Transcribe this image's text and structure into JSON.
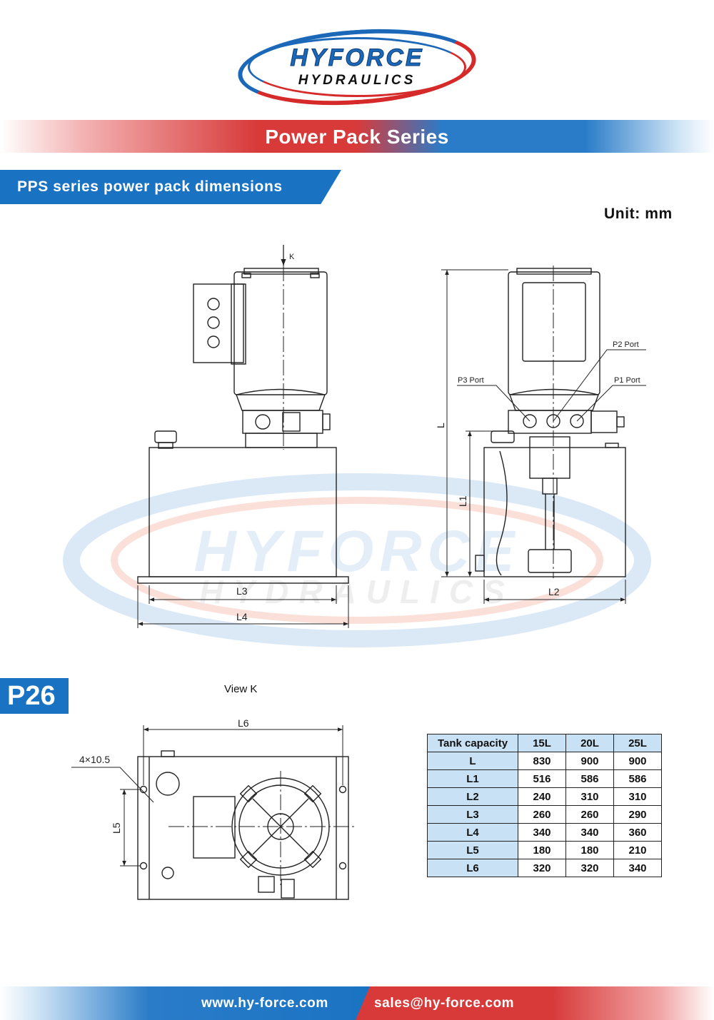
{
  "logo": {
    "line1": "HYFORCE",
    "line2": "HYDRAULICS"
  },
  "watermark": {
    "line1": "HYFORCE",
    "line2": "HYDRAULICS"
  },
  "banner": {
    "title": "Power Pack Series"
  },
  "section": {
    "title": "PPS series power pack dimensions"
  },
  "unit": "Unit: mm",
  "front_view": {
    "k_label": "K",
    "dims": {
      "l3": "L3",
      "l4": "L4"
    }
  },
  "side_view": {
    "ports": {
      "p1": "P1 Port",
      "p2": "P2 Port",
      "p3": "P3 Port"
    },
    "dims": {
      "l": "L",
      "l1": "L1",
      "l2": "L2"
    }
  },
  "model": "P26",
  "top_view": {
    "label": "View K",
    "dims": {
      "l6": "L6",
      "l5": "L5",
      "holes": "4×10.5"
    }
  },
  "table": {
    "headers": [
      "Tank capacity",
      "15L",
      "20L",
      "25L"
    ],
    "rows": [
      [
        "L",
        "830",
        "900",
        "900"
      ],
      [
        "L1",
        "516",
        "586",
        "586"
      ],
      [
        "L2",
        "240",
        "310",
        "310"
      ],
      [
        "L3",
        "260",
        "260",
        "290"
      ],
      [
        "L4",
        "340",
        "340",
        "360"
      ],
      [
        "L5",
        "180",
        "180",
        "210"
      ],
      [
        "L6",
        "320",
        "320",
        "340"
      ]
    ]
  },
  "footer": {
    "website": "www.hy-force.com",
    "email": "sales@hy-force.com"
  },
  "colors": {
    "brand_blue": "#1a73c2",
    "brand_red": "#d83a3a",
    "table_head": "#c9e1f4"
  }
}
